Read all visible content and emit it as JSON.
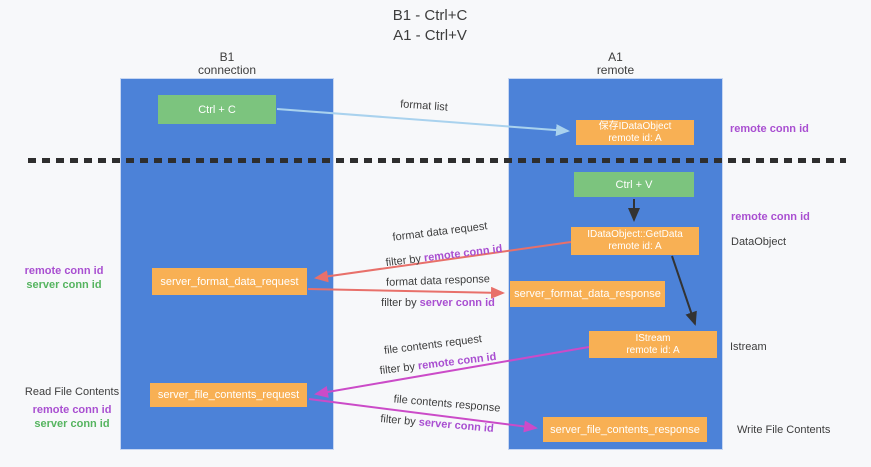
{
  "title": {
    "line1": "B1 - Ctrl+C",
    "line2": "A1 - Ctrl+V"
  },
  "lifelines": {
    "left": {
      "name": "B1",
      "role": "connection"
    },
    "right": {
      "name": "A1",
      "role": "remote"
    }
  },
  "boxes": {
    "ctrl_c": "Ctrl + C",
    "ctrl_v": "Ctrl + V",
    "save_idataobject": {
      "line1": "保存IDataObject",
      "line2": "remote id: A"
    },
    "idataobject_getdata": {
      "line1": "IDataObject::GetData",
      "line2": "remote id: A"
    },
    "istream": {
      "line1": "IStream",
      "line2": "remote id: A"
    },
    "server_format_data_request": "server_format_data_request",
    "server_format_data_response": "server_format_data_response",
    "server_file_contents_request": "server_file_contents_request",
    "server_file_contents_response": "server_file_contents_response"
  },
  "edge_labels": {
    "format_list": "format list",
    "format_data_request": "format data request",
    "format_data_response": "format data response",
    "file_contents_request": "file contents request",
    "file_contents_response": "file contents response",
    "filter_by": "filter by",
    "remote_conn_id": "remote conn id",
    "server_conn_id": "server conn id"
  },
  "side_labels": {
    "right_remote_conn_id_top": "remote conn id",
    "right_remote_conn_id_mid": "remote conn id",
    "right_dataobject": "DataObject",
    "right_istream": "Istream",
    "right_write_file_contents": "Write File Contents",
    "left_remote_conn_id_top": "remote conn id",
    "left_server_conn_id_top": "server conn id",
    "left_read_file_contents": "Read File Contents",
    "left_remote_conn_id_bottom": "remote conn id",
    "left_server_conn_id_bottom": "server conn id"
  },
  "colors": {
    "lifeline_blue": "#4c82d8",
    "box_green": "#7cc47e",
    "box_orange": "#f8b054",
    "arrow_light_blue": "#a9d2ee",
    "arrow_red": "#e8706a",
    "arrow_magenta": "#cb4bc8",
    "arrow_black": "#333333",
    "conn_id_purple": "#a94fd1",
    "conn_id_green": "#55b45f"
  }
}
